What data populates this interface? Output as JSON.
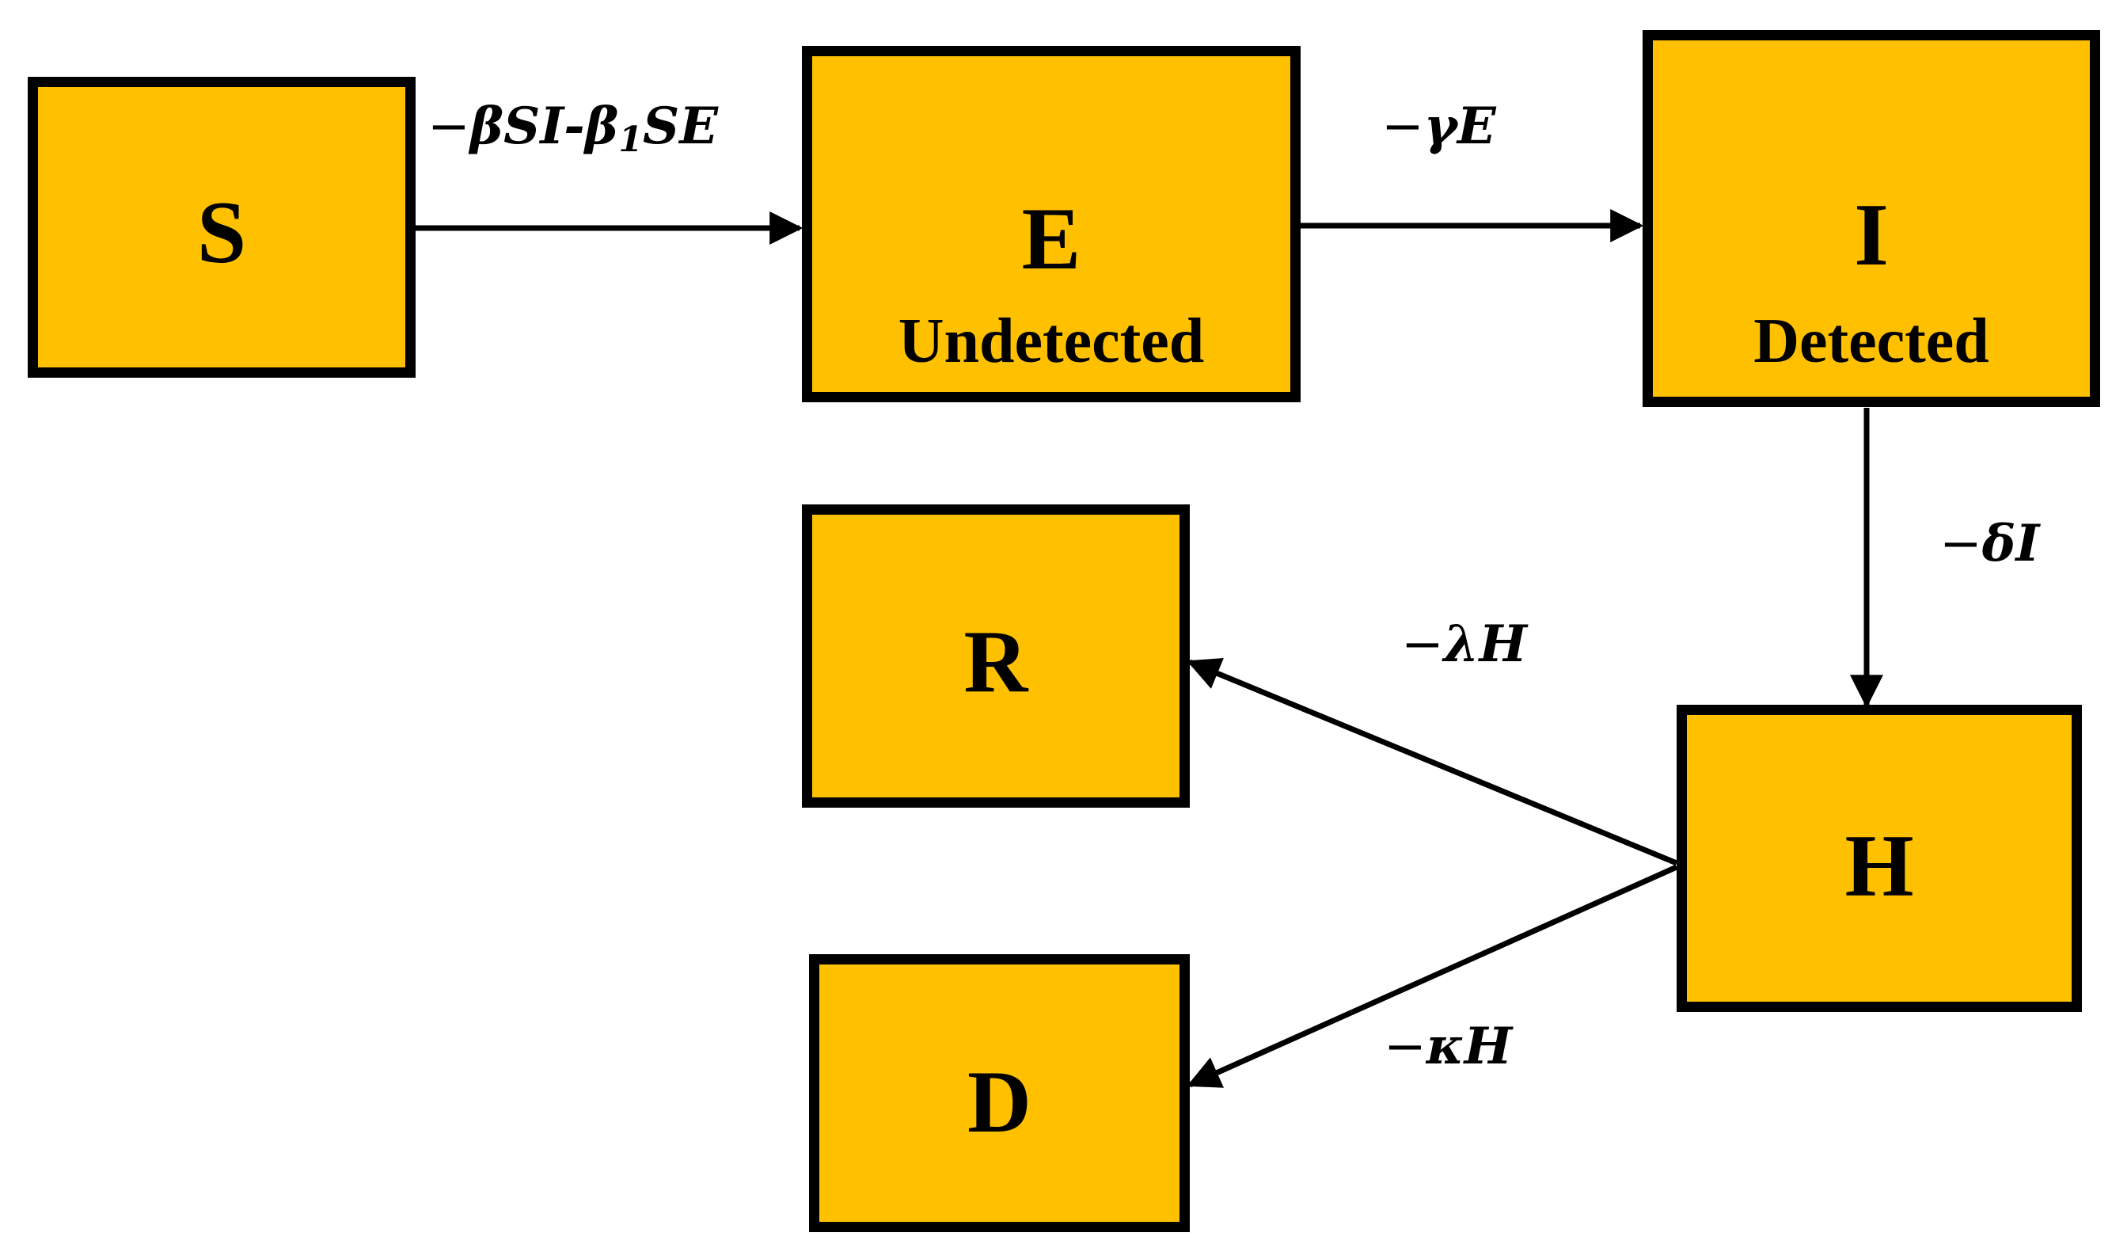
{
  "compartments": {
    "S": {
      "letter": "S"
    },
    "E": {
      "letter": "E",
      "label": "Undetected"
    },
    "I": {
      "letter": "I",
      "label": "Detected"
    },
    "H": {
      "letter": "H"
    },
    "R": {
      "letter": "R"
    },
    "D": {
      "letter": "D"
    }
  },
  "transitions": {
    "s_to_e": {
      "minus": "−",
      "part1": "βSI-β",
      "sub": "1",
      "part2": "SE"
    },
    "e_to_i": {
      "minus": "−",
      "text": "γE"
    },
    "i_to_h": {
      "minus": "−",
      "text": "δI"
    },
    "h_to_r": {
      "minus": "−",
      "text": "λH"
    },
    "h_to_d": {
      "minus": "−",
      "text": "κH"
    }
  },
  "colors": {
    "box_fill": "#ffc000",
    "box_border": "#000000",
    "arrow": "#000000"
  }
}
